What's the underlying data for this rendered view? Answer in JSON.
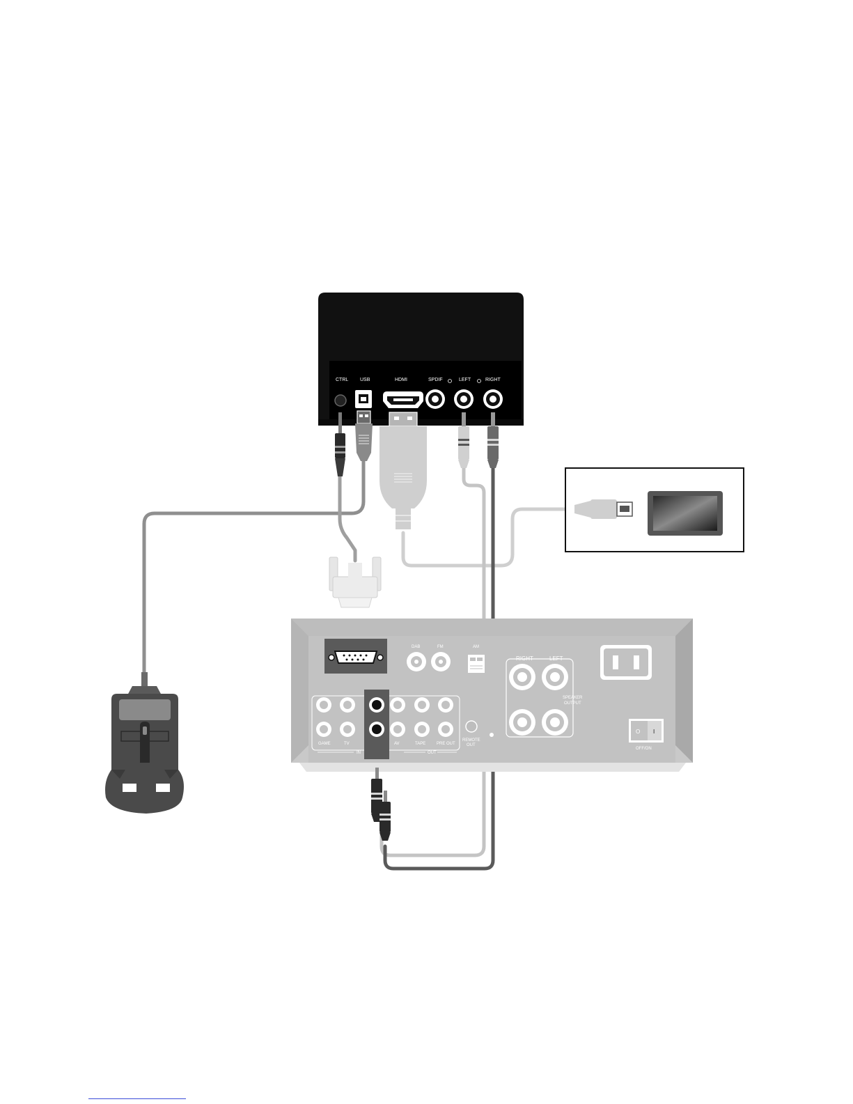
{
  "hub": {
    "ports": {
      "ctrl": "CTRL",
      "usb": "USB",
      "hdmi": "HDMI",
      "spdif": "SPDIF",
      "left": "LEFT",
      "right": "RIGHT"
    }
  },
  "amplifier": {
    "labels": {
      "dab": "DAB",
      "fm": "FM",
      "am": "AM",
      "right": "RIGHT",
      "left": "LEFT",
      "speaker_output_1": "SPEAKER",
      "speaker_output_2": "OUTPUT",
      "game": "GAME",
      "tv": "TV",
      "av": "AV",
      "tape": "TAPE",
      "pre_out": "PRE OUT",
      "in": "IN",
      "out": "OUT",
      "remote_out_1": "REMOTE",
      "remote_out_2": "OUT",
      "switch_o": "O",
      "switch_i": "I",
      "off_on": "OFF/ON"
    }
  },
  "colors": {
    "hub_body": "#111111",
    "amp_body": "#c9c9c9",
    "cable_light": "#cfcfcf",
    "cable_mid": "#8f8f8f",
    "cable_dark": "#5a5a5a",
    "charger": "#4a4a4a",
    "footer_link": "#3a4bd8"
  }
}
